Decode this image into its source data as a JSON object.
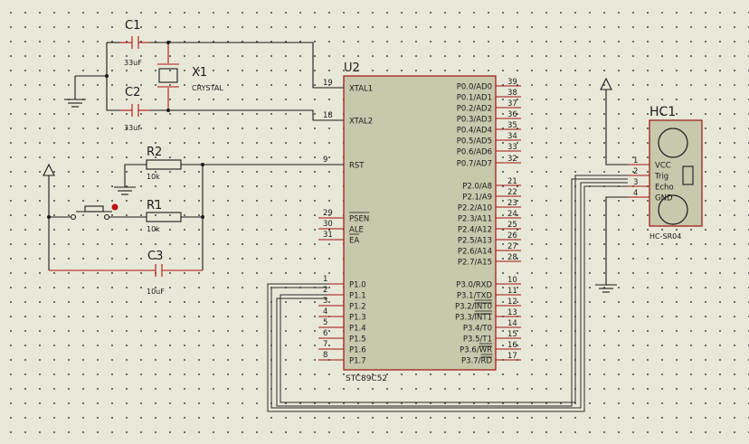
{
  "u2": {
    "ref": "U2",
    "part": "STC89C52",
    "left_pins": [
      {
        "num": "19",
        "name": "XTAL1",
        "over": false
      },
      {
        "num": "18",
        "name": "XTAL2",
        "over": false
      },
      {
        "num": "9",
        "name": "RST",
        "over": false
      },
      {
        "num": "29",
        "name": "PSEN",
        "over": true
      },
      {
        "num": "30",
        "name": "ALE",
        "over": false
      },
      {
        "num": "31",
        "name": "EA",
        "over": true
      },
      {
        "num": "1",
        "name": "P1.0",
        "over": false
      },
      {
        "num": "2",
        "name": "P1.1",
        "over": false
      },
      {
        "num": "3",
        "name": "P1.2",
        "over": false
      },
      {
        "num": "4",
        "name": "P1.3",
        "over": false
      },
      {
        "num": "5",
        "name": "P1.4",
        "over": false
      },
      {
        "num": "6",
        "name": "P1.5",
        "over": false
      },
      {
        "num": "7",
        "name": "P1.6",
        "over": false
      },
      {
        "num": "8",
        "name": "P1.7",
        "over": false
      }
    ],
    "right_pins": [
      {
        "num": "39",
        "name": "P0.0/AD0"
      },
      {
        "num": "38",
        "name": "P0.1/AD1"
      },
      {
        "num": "37",
        "name": "P0.2/AD2"
      },
      {
        "num": "36",
        "name": "P0.3/AD3"
      },
      {
        "num": "35",
        "name": "P0.4/AD4"
      },
      {
        "num": "34",
        "name": "P0.5/AD5"
      },
      {
        "num": "33",
        "name": "P0.6/AD6"
      },
      {
        "num": "32",
        "name": "P0.7/AD7"
      },
      {
        "num": "21",
        "name": "P2.0/A8"
      },
      {
        "num": "22",
        "name": "P2.1/A9"
      },
      {
        "num": "23",
        "name": "P2.2/A10"
      },
      {
        "num": "24",
        "name": "P2.3/A11"
      },
      {
        "num": "25",
        "name": "P2.4/A12"
      },
      {
        "num": "26",
        "name": "P2.5/A13"
      },
      {
        "num": "27",
        "name": "P2.6/A14"
      },
      {
        "num": "28",
        "name": "P2.7/A15"
      },
      {
        "num": "10",
        "name": "P3.0/RXD"
      },
      {
        "num": "11",
        "name": "P3.1/TXD"
      },
      {
        "num": "12",
        "name": "P3.2/",
        "over_part": "INT0"
      },
      {
        "num": "13",
        "name": "P3.3/",
        "over_part": "INT1"
      },
      {
        "num": "14",
        "name": "P3.4/T0"
      },
      {
        "num": "15",
        "name": "P3.5/T1"
      },
      {
        "num": "16",
        "name": "P3.6/",
        "over_part": "WR"
      },
      {
        "num": "17",
        "name": "P3.7/",
        "over_part": "RD"
      }
    ]
  },
  "c1": {
    "ref": "C1",
    "value": "33uF"
  },
  "c2": {
    "ref": "C2",
    "value": "33uf"
  },
  "c3": {
    "ref": "C3",
    "value": "10uF"
  },
  "r1": {
    "ref": "R1",
    "value": "10k"
  },
  "r2": {
    "ref": "R2",
    "value": "10k"
  },
  "x1": {
    "ref": "X1",
    "value": "CRYSTAL"
  },
  "hc1": {
    "ref": "HC1",
    "part": "HC-SR04",
    "pins": [
      {
        "num": "1",
        "name": "VCC"
      },
      {
        "num": "2",
        "name": "Trig"
      },
      {
        "num": "3",
        "name": "Echo"
      },
      {
        "num": "4",
        "name": "GND"
      }
    ]
  }
}
